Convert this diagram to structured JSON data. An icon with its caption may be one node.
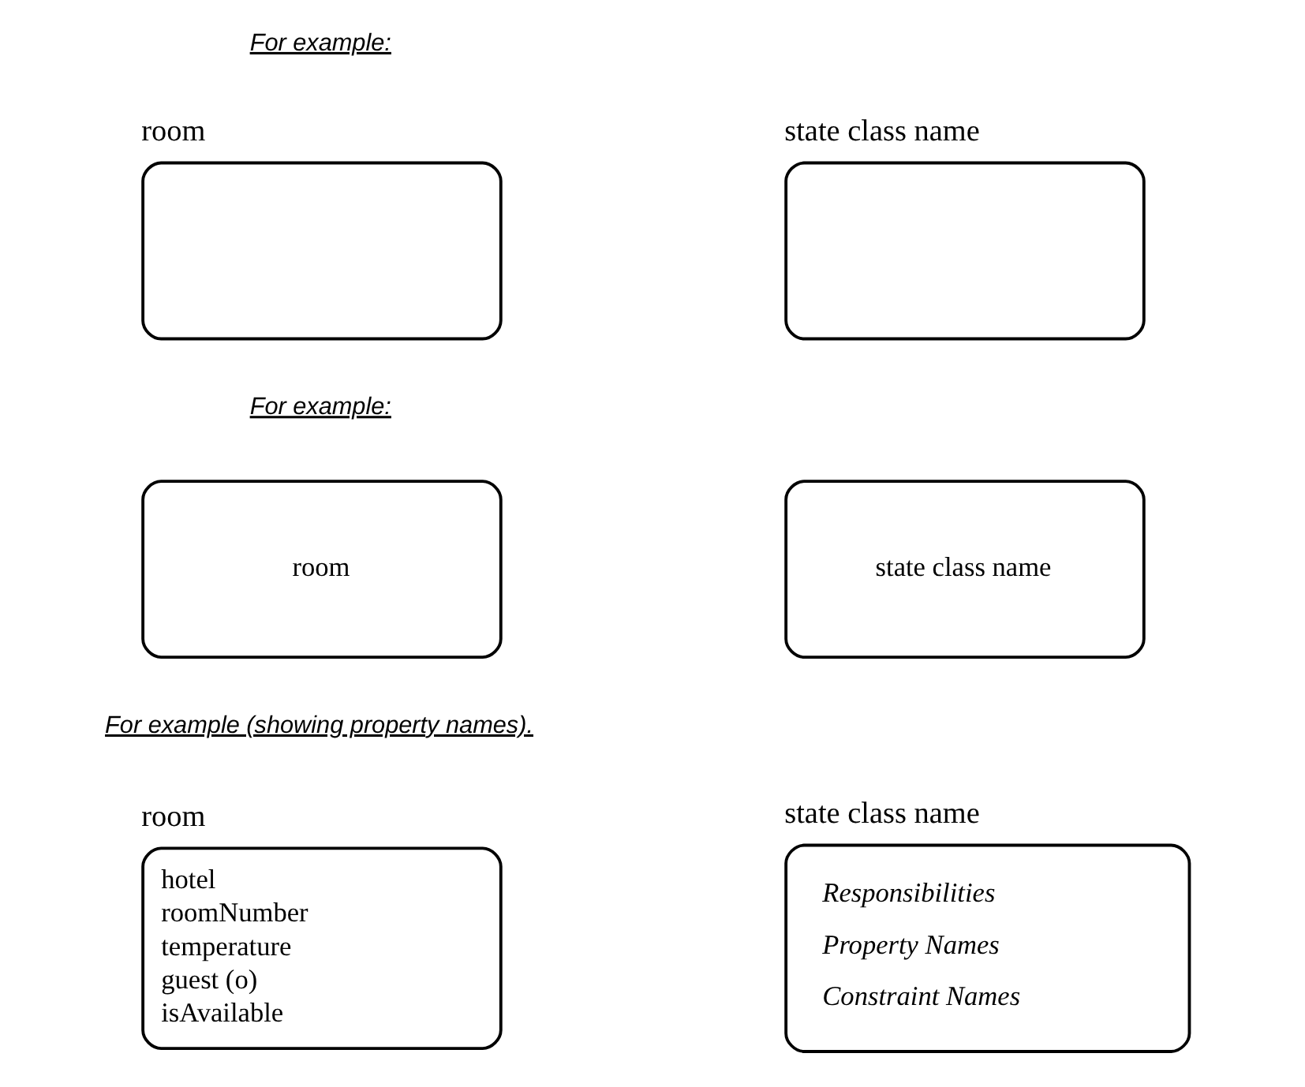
{
  "diagram": {
    "nodes": [
      {
        "text": [
          "state class name"
        ]
      },
      {
        "text": [
          "room"
        ]
      },
      {
        "text": [
          "state class name"
        ]
      },
      {
        "text": [
          "room"
        ]
      },
      {
        "text": [
          "state class name",
          "Responsibilities",
          "Property Names",
          "Constraint Names"
        ]
      },
      {
        "text": [
          "room",
          "hotel",
          "roomNumber",
          "temperature",
          "guest (o)",
          "isAvailable"
        ]
      }
    ],
    "labels": [
      "For example:",
      "For example:",
      "For example (showing property names)."
    ]
  }
}
